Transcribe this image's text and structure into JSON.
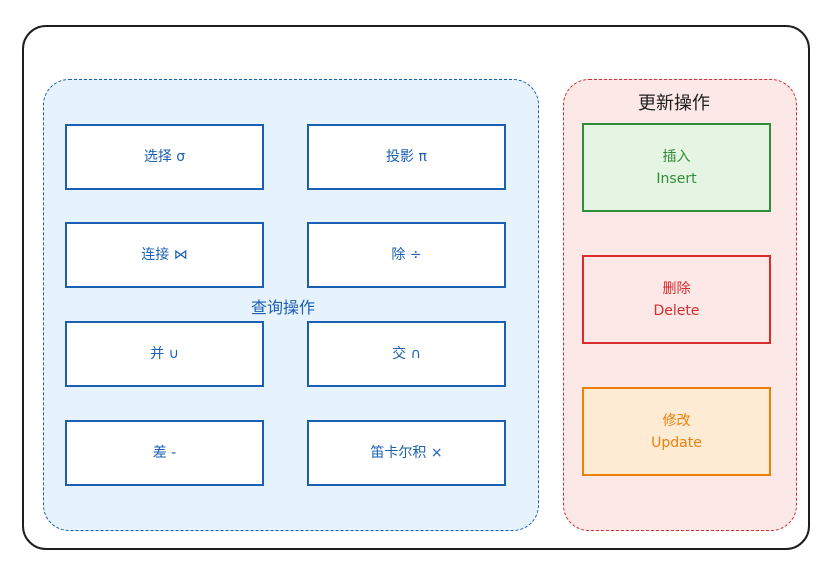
{
  "groups": {
    "query": {
      "label": "查询操作"
    },
    "update": {
      "label": "更新操作"
    }
  },
  "query_ops": [
    {
      "label": "选择 σ"
    },
    {
      "label": "投影 π"
    },
    {
      "label": "连接 ⋈"
    },
    {
      "label": "除 ÷"
    },
    {
      "label": "并 ∪"
    },
    {
      "label": "交 ∩"
    },
    {
      "label": "差 -"
    },
    {
      "label": "笛卡尔积 ×"
    }
  ],
  "update_ops": [
    {
      "zh": "插入",
      "en": "Insert"
    },
    {
      "zh": "删除",
      "en": "Delete"
    },
    {
      "zh": "修改",
      "en": "Update"
    }
  ],
  "colors": {
    "query": "#1a5fb4",
    "update_group": "#d92c2c",
    "insert": "#2f8f38",
    "delete": "#d92c2c",
    "update": "#ef7f0a"
  }
}
